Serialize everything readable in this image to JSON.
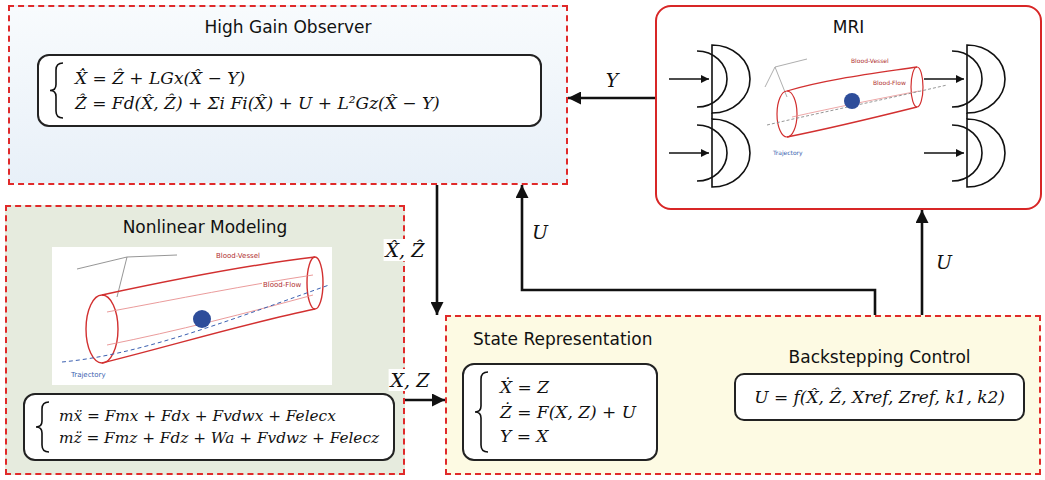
{
  "diagram": {
    "nodes": [
      {
        "text": [
          "High Gain Observer"
        ]
      },
      {
        "text": [
          "X̂̇ = Ẑ + LGx(X̂ − Y)",
          "Ẑ̇ = Fd(X̂, Ẑ) + Σi Fi(X̂) + U + L²Gz(X̂ − Y)"
        ],
        "in": 0
      },
      {
        "text": [
          "MRI"
        ]
      },
      {
        "text": [
          "Nonlinear Modeling"
        ]
      },
      {
        "text": [
          "mẍ = Fmx + Fdx + Fvdwx + Felecx",
          "mz̈ = Fmz + Fdz + Wa + Fvdwz + Felecz"
        ],
        "in": 3
      },
      {
        "text": [
          "State Representation"
        ]
      },
      {
        "text": [
          "Ẋ = Z",
          "Ż = F(X, Z) + U",
          "Y = X"
        ],
        "in": 5
      },
      {
        "text": [
          "Backstepping Control",
          "U = f(X̂, Ẑ, Xref, Zref, k1, k2)"
        ],
        "in": 5
      }
    ],
    "edges": [
      {
        "from": 2,
        "to": 0,
        "arrow": "to",
        "label": "Y"
      },
      {
        "from": 0,
        "to": 5,
        "arrow": "to",
        "label": "X̂, Ẑ"
      },
      {
        "from": 5,
        "to": 0,
        "arrow": "to",
        "label": "U"
      },
      {
        "from": 5,
        "to": 2,
        "arrow": "to",
        "label": "U"
      },
      {
        "from": 3,
        "to": 5,
        "arrow": "to",
        "label": "X, Z"
      }
    ],
    "labels": [
      "Blood-Vessel",
      "Blood-Flow",
      "Trajectory",
      "Blood-Vessel",
      "Blood-Flow",
      "Trajectory"
    ]
  }
}
